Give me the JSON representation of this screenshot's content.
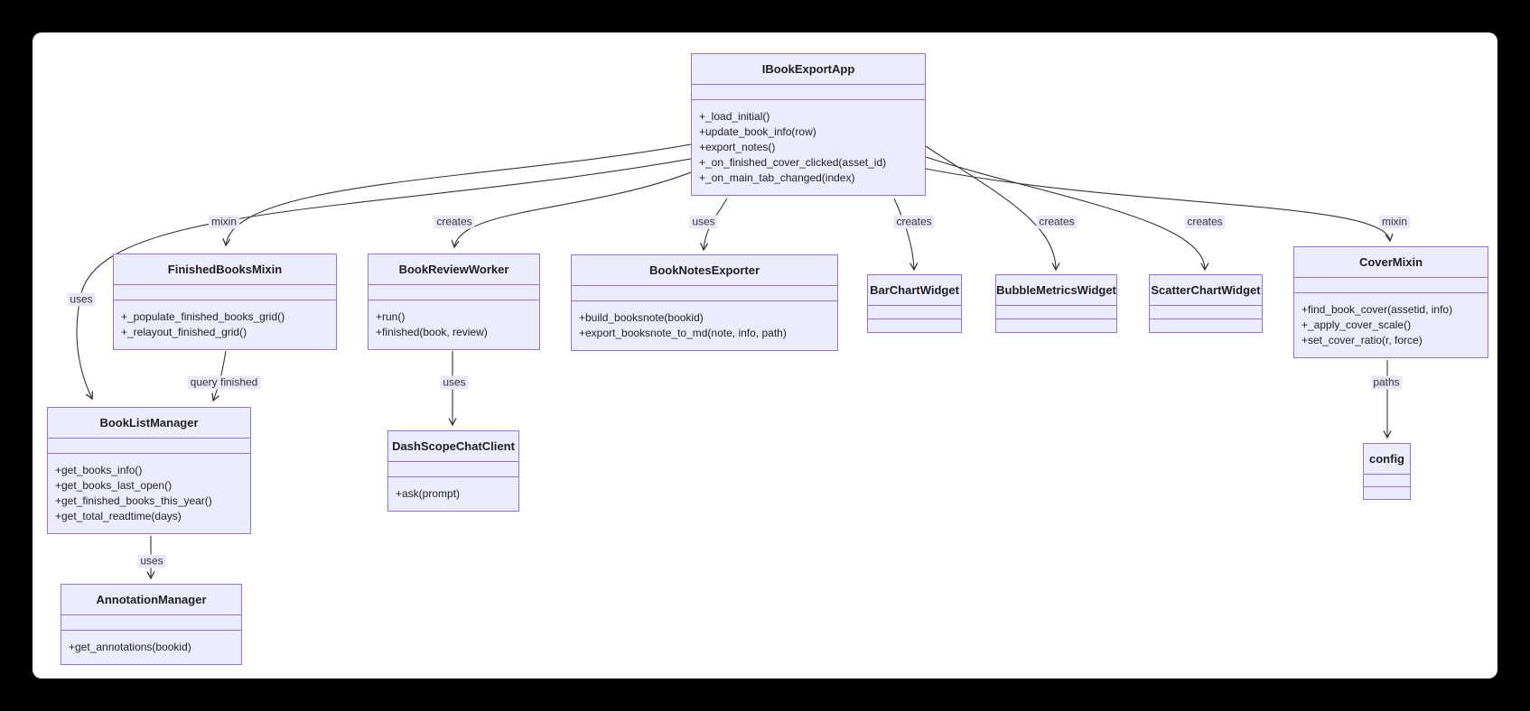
{
  "diagram_type": "uml-class-diagram",
  "colors": {
    "page_bg": "#000000",
    "canvas_bg": "#ffffff",
    "node_fill": "#ECECFF",
    "node_border": "#9370DB",
    "edge_line": "#333333",
    "edge_label_bg": "#E8E8F8",
    "text": "#1f1f1f"
  },
  "classes": {
    "IBookExportApp": {
      "title": "IBookExportApp",
      "methods": [
        "+_load_initial()",
        "+update_book_info(row)",
        "+export_notes()",
        "+_on_finished_cover_clicked(asset_id)",
        "+_on_main_tab_changed(index)"
      ]
    },
    "FinishedBooksMixin": {
      "title": "FinishedBooksMixin",
      "methods": [
        "+_populate_finished_books_grid()",
        "+_relayout_finished_grid()"
      ]
    },
    "BookReviewWorker": {
      "title": "BookReviewWorker",
      "methods": [
        "+run()",
        "+finished(book, review)"
      ]
    },
    "BookNotesExporter": {
      "title": "BookNotesExporter",
      "methods": [
        "+build_booksnote(bookid)",
        "+export_booksnote_to_md(note, info, path)"
      ]
    },
    "BarChartWidget": {
      "title": "BarChartWidget",
      "methods": []
    },
    "BubbleMetricsWidget": {
      "title": "BubbleMetricsWidget",
      "methods": []
    },
    "ScatterChartWidget": {
      "title": "ScatterChartWidget",
      "methods": []
    },
    "CoverMixin": {
      "title": "CoverMixin",
      "methods": [
        "+find_book_cover(assetid, info)",
        "+_apply_cover_scale()",
        "+set_cover_ratio(r, force)"
      ]
    },
    "BookListManager": {
      "title": "BookListManager",
      "methods": [
        "+get_books_info()",
        "+get_books_last_open()",
        "+get_finished_books_this_year()",
        "+get_total_readtime(days)"
      ]
    },
    "DashScopeChatClient": {
      "title": "DashScopeChatClient",
      "methods": [
        "+ask(prompt)"
      ]
    },
    "AnnotationManager": {
      "title": "AnnotationManager",
      "methods": [
        "+get_annotations(bookid)"
      ]
    },
    "config": {
      "title": "config",
      "methods": []
    }
  },
  "edges": [
    {
      "from": "IBookExportApp",
      "to": "FinishedBooksMixin",
      "label": "mixin"
    },
    {
      "from": "IBookExportApp",
      "to": "BookListManager",
      "label": "uses"
    },
    {
      "from": "IBookExportApp",
      "to": "BookReviewWorker",
      "label": "creates"
    },
    {
      "from": "IBookExportApp",
      "to": "BookNotesExporter",
      "label": "uses"
    },
    {
      "from": "IBookExportApp",
      "to": "BarChartWidget",
      "label": "creates"
    },
    {
      "from": "IBookExportApp",
      "to": "BubbleMetricsWidget",
      "label": "creates"
    },
    {
      "from": "IBookExportApp",
      "to": "ScatterChartWidget",
      "label": "creates"
    },
    {
      "from": "IBookExportApp",
      "to": "CoverMixin",
      "label": "mixin"
    },
    {
      "from": "FinishedBooksMixin",
      "to": "BookListManager",
      "label": "query finished"
    },
    {
      "from": "BookReviewWorker",
      "to": "DashScopeChatClient",
      "label": "uses"
    },
    {
      "from": "BookListManager",
      "to": "AnnotationManager",
      "label": "uses"
    },
    {
      "from": "CoverMixin",
      "to": "config",
      "label": "paths"
    }
  ]
}
